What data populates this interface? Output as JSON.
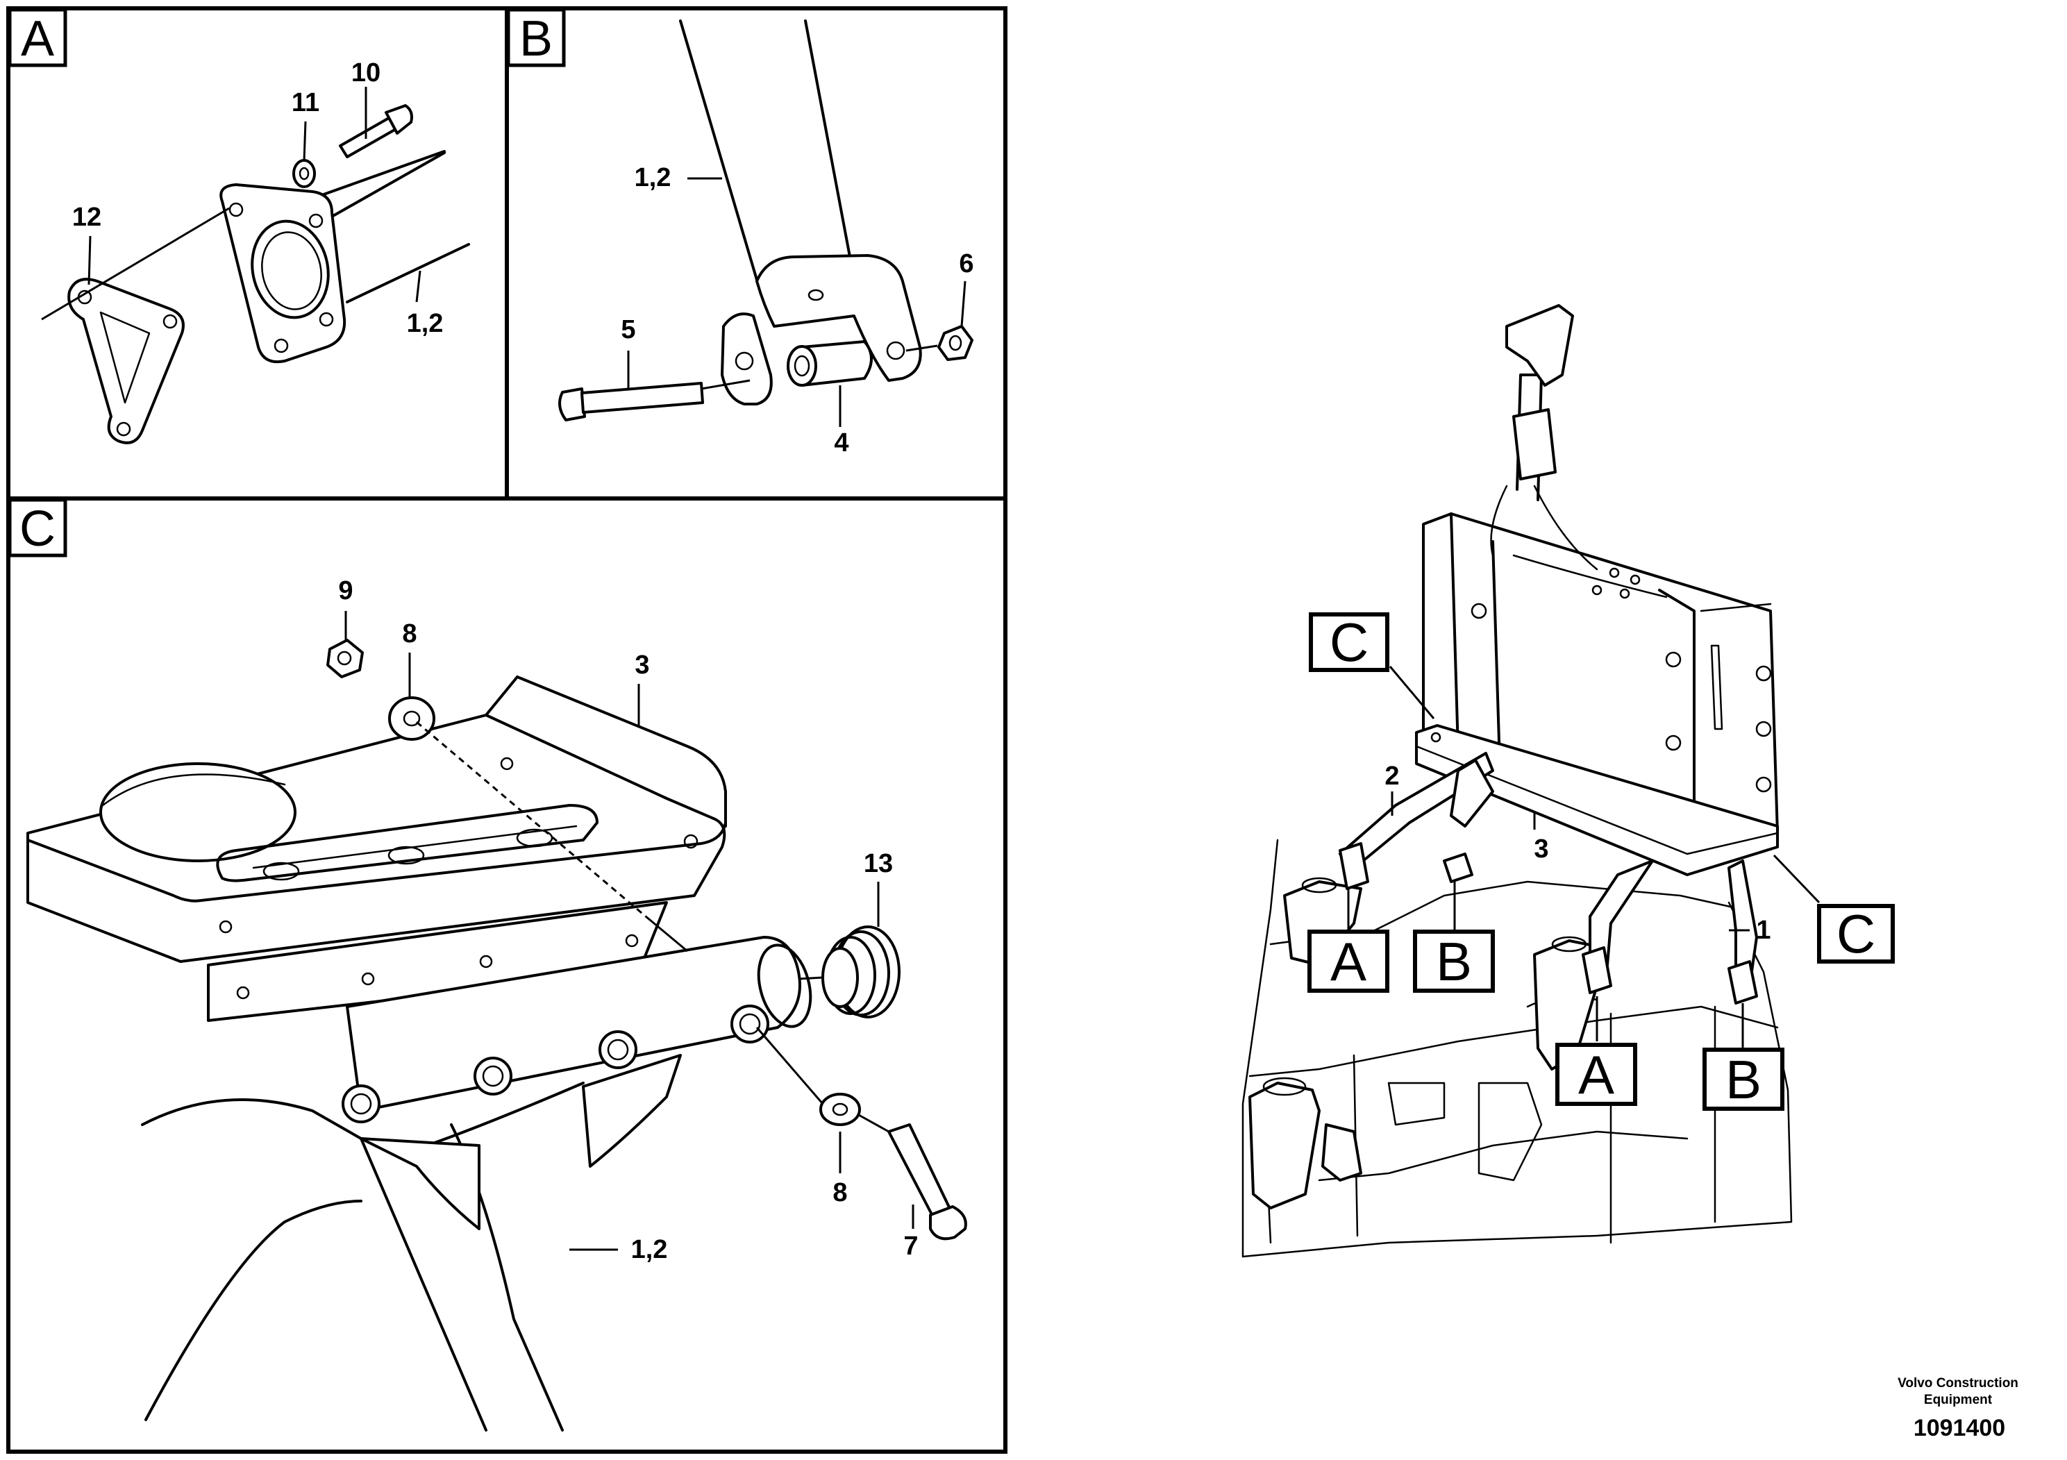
{
  "panels": {
    "A": {
      "letter": "A",
      "callouts": {
        "c10": "10",
        "c11": "11",
        "c12": "12",
        "c12_tube": "1,2"
      }
    },
    "B": {
      "letter": "B",
      "callouts": {
        "c12_tube": "1,2",
        "c5": "5",
        "c6": "6",
        "c4": "4"
      }
    },
    "C": {
      "letter": "C",
      "callouts": {
        "c9": "9",
        "c8_top": "8",
        "c3": "3",
        "c13": "13",
        "c8_bottom": "8",
        "c7": "7",
        "c12_tube": "1,2"
      }
    }
  },
  "overview": {
    "view_labels": {
      "C_upper": "C",
      "C_right": "C",
      "A_left": "A",
      "B_left": "B",
      "A_right": "A",
      "B_right": "B"
    },
    "callouts": {
      "c2": "2",
      "c3": "3",
      "c1": "1"
    }
  },
  "footer": {
    "company_line1": "Volvo Construction",
    "company_line2": "Equipment",
    "drawing_number": "1091400"
  }
}
